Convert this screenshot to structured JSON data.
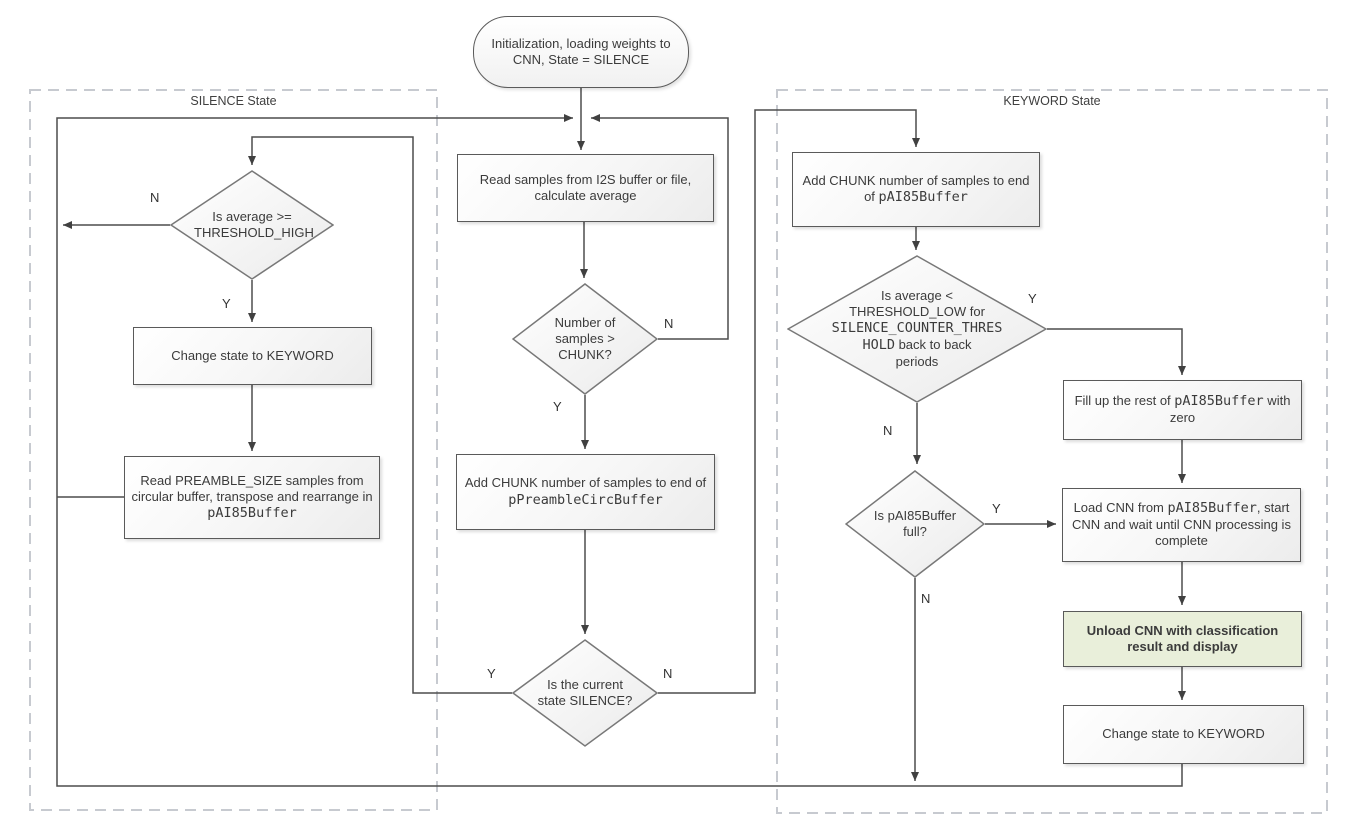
{
  "regions": {
    "silence_label": "SILENCE State",
    "keyword_label": "KEYWORD State"
  },
  "nodes": {
    "init": "Initialization, loading weights to CNN, State = SILENCE",
    "read_samples": "Read samples from I2S buffer or file, calculate average",
    "threshold_high": "Is average >= THRESHOLD_HIGH",
    "change_state_left": "Change state to KEYWORD",
    "read_preamble": {
      "pre": "Read PREAMBLE_SIZE samples from circular buffer, transpose and rearrange in ",
      "code": "pAI85Buffer"
    },
    "chunk_check": "Number of samples > CHUNK?",
    "add_chunk_preamble": {
      "pre": "Add CHUNK number of samples to end of ",
      "code": "pPreambleCircBuffer"
    },
    "state_silence_check": "Is the current state SILENCE?",
    "add_chunk_ai85": {
      "pre": "Add CHUNK number of samples to end of ",
      "code": "pAI85Buffer"
    },
    "threshold_low": {
      "line1": "Is average <",
      "line2": "THRESHOLD_LOW for",
      "code_wrap1": "SILENCE_COUNTER_THRES",
      "code_wrap2": "HOLD",
      "tail": " back to back",
      "line5": "periods"
    },
    "ai85_full_check": "Is pAI85Buffer full?",
    "fill_zero": {
      "pre": "Fill up the rest of ",
      "code": "pAI85Buffer",
      "post": " with zero"
    },
    "load_cnn": {
      "pre": "Load CNN from ",
      "code": "pAI85Buffer",
      "post": ", start CNN and wait until CNN processing is complete"
    },
    "unload_cnn": "Unload CNN with classification result and display",
    "change_state_right": "Change state to KEYWORD"
  },
  "edge_labels": {
    "th_high_n": "N",
    "th_high_y": "Y",
    "chunk_n": "N",
    "chunk_y": "Y",
    "silence_y": "Y",
    "silence_n": "N",
    "th_low_y": "Y",
    "th_low_n": "N",
    "full_y": "Y",
    "full_n": "N"
  },
  "colors": {
    "line": "#4d4d4d",
    "box_border": "#5a5a5a",
    "highlight_fill": "#e9efda",
    "region_border": "#c7cad0"
  }
}
